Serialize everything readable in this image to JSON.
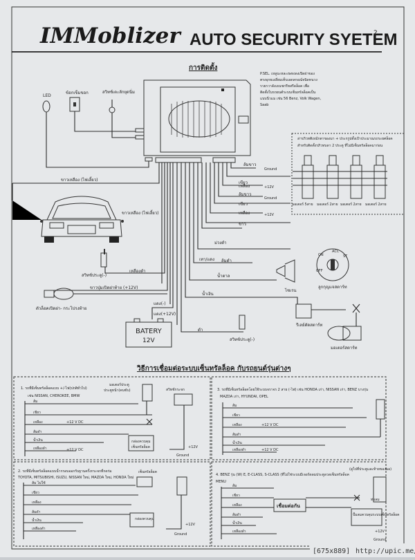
{
  "header": {
    "brand": "IMMoblizer",
    "headline": "AUTO SECURITY SYETEM",
    "page_number": "2"
  },
  "install": {
    "title": "การติดตั้ง",
    "pslel_note": [
      "P.SEL. เหลูบะหละงษหงดงเปิดฝาของ",
      "ตรงอุกยเอลี่ยมเท็บเอดลกอณ์จนิดหนวง",
      "รวยรวาดังเธนชกรีทสรีดล็อค เพื่อ",
      "ติดตั้งในรถยนต์ระบบเซ็นทรัลล็อคเป็น",
      "แบบนิ่วแม เช่น 56 Benz, Volk Wagen,",
      "Saab"
    ],
    "led": "LED",
    "hood_switch": "ข้อกเข็มขอก",
    "shock_switch": "สวิทช์เตะลักยุดนิ่ม",
    "central_lock_title": "ล่ารภิวทติเหม้กตาของมา + ประกรูปตั้งเป้าประมาณรถระยศล็อค",
    "central_lock_sub": "สำหรับติดตั้งรภิวทบดา 2 ประตู ที่ไม่มีเซ็นทรัลล็อคมาก่อน",
    "motors": [
      "มอเตอร์ 5สาย",
      "มอเตอร์ 2สาย",
      "มอเตอร์ 2สาย",
      "มอเตอร์ 2สาย"
    ],
    "ground": "Ground",
    "wires": {
      "white": "ขาว",
      "blue": "เขียว",
      "blue2": "เขียว",
      "green": "เหลือง",
      "green2": "เหลือง",
      "orange": "ส้มขาว",
      "orange2": "ส้มขาว",
      "pink": "ส้มดำ",
      "blue_black": "น้ำเงิน",
      "brown": "น้ำตาล",
      "gray_red": "เทา/แดง",
      "purple": "ม่วงดำ",
      "red": "แดง(-)",
      "red_12v": "แดง(+12V)",
      "black": "ดำ",
      "yellow_12v": "ขาวปุ่มเปิดฝาท้าย (+12V)",
      "yellow_black": "เหลืองดำ"
    },
    "v12": "+12V",
    "left_signal": "ขาวเหลือง (ไฟเลี้ยว)",
    "right_signal": "ขาวเหลือง (ไฟเลี้ยว)",
    "door_switch": "สวิทช์ประตู(-)",
    "trunk_label": "ตัวล็อคเปิดฝา-\nกระโปรงท้าย",
    "battery": "BATERY",
    "battery_volt": "12V",
    "siren": "ไซเรน",
    "ignition": "ลูกกุญแจสตาร์ท",
    "ignition_marks": [
      "ON",
      "ACC",
      "ST",
      "OFF"
    ],
    "relay": "รีเลย์ตัดสตาร์ท",
    "starter": "มอเตอร์สตาร์ท",
    "hood_switch2": "สวิทช์ประตู(-)"
  },
  "methods": {
    "title": "วิธีการเชื่อมต่อระบบเซ็นทรัลล็อค กับรถยนต์รุ่นต่างๆ",
    "p1": {
      "title": "1. รถที่มีเซ็นทรัลล็อคแบบ +/-ไฟ(ปกติทั่วไป)",
      "models": "เช่น  NISSAN, CHEROKEE, BMW",
      "label_a": "มอเตอร์ประตู",
      "label_b": "ประตูหน้า(คนขับ)",
      "label_c": "สวิทช์กระจก",
      "label_d": "กล่องควบคุม",
      "label_e": "เซ็นทรัลล็อค",
      "rows": [
        "ส้ม",
        "เขียว",
        "เหลือง",
        "ส้มดำ",
        "น้ำเงิน",
        "เหลืองดำ"
      ],
      "v1": "+12 V DC",
      "v2": "+12 V DC",
      "v3": "+12V",
      "gnd": "Ground"
    },
    "p2": {
      "title": "2. รถที่มีเซ็นทรัลล็อคแบบน้ำกรอบออกรับฐานครั้งกระจกที่กดร่ม",
      "models": "TOYOTA, MITSUBISHI, ISUZU, NISSAN ใหม่, MAZDA ใหม่, HONDA ใหม่",
      "label_a": "เซ็นทรัลล็อค",
      "label_b": "กล่องควบคุม",
      "rows": [
        "ส้ม ไม่ใช้",
        "เขียว",
        "เหลือง",
        "ส้มดำ",
        "น้ำเงิน",
        "เหลืองดำ"
      ],
      "v1": "+12V",
      "gnd": "Ground"
    },
    "p3": {
      "title": "3. รถที่มีเซ็นทรัลล็อคโดยใช้ระบบจราจร 2 สาย (-ไฟ) เช่น HONDA เก่า, NISSAN เก่า, BENZ บางรุ่น",
      "models": "MAZDA เก่า, HYUNDAI, OPEL",
      "rows": [
        "ส้ม",
        "เขียว",
        "เหลือง",
        "ส้มดำ",
        "น้ำเงิน",
        "เหลืองดำ"
      ],
      "v1": "+12 V DC",
      "v2": "+12 V DC"
    },
    "p4": {
      "title": "4. BENZ รุ่น (W) E, E-CLASS, S-CLASS (ที่ไม่ใช่ระบบมีเจอร์ดลมประตูลวดเซ็นทรัลล็อค",
      "models": "MENU",
      "extra": "(ดูไปที่ประตูและท้ายของมอ)",
      "rows": [
        "ส้ม",
        "เขียว",
        "เหลือง",
        "ส้มดำ",
        "น้ำเงิน",
        "เหลืองดำ"
      ],
      "connect": "เชื่อมต่อกัน",
      "lines": "ท่อลม",
      "pump_label": "ปั้มลมควบคุมระบบเซ็นทรัลล็อค",
      "v1": "+12V",
      "gnd": "Ground"
    }
  },
  "watermark": {
    "size": "[675x889]",
    "site": "http://upic.me/"
  }
}
